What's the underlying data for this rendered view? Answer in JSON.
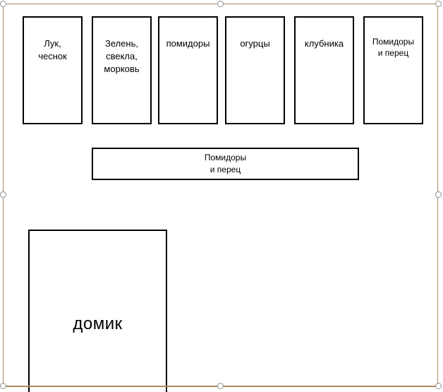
{
  "diagram": {
    "beds_top": [
      {
        "label": "Лук,\nчеснок"
      },
      {
        "label": "Зелень,\nсвекла,\nморковь"
      },
      {
        "label": "помидоры"
      },
      {
        "label": "огурцы"
      },
      {
        "label": "клубника"
      },
      {
        "label": "Помидоры\nи перец"
      }
    ],
    "bed_long": {
      "label": "Помидоры\nи перец"
    },
    "house": {
      "label": "домик"
    }
  },
  "colors": {
    "selection_frame": "#b08a5e",
    "shape_outline": "#000000",
    "background": "#ffffff"
  }
}
